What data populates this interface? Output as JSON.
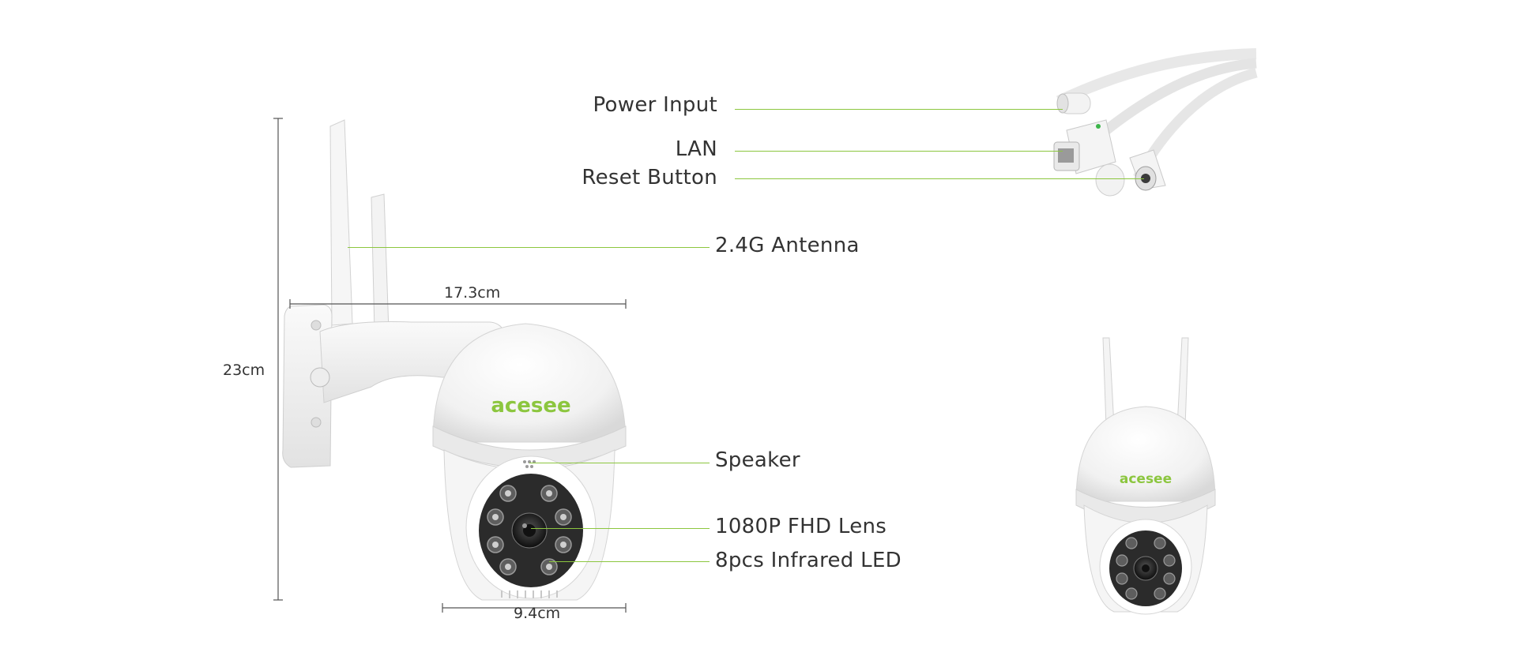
{
  "labels": {
    "power_input": "Power Input",
    "lan": "LAN",
    "reset_button": "Reset Button",
    "antenna": "2.4G Antenna",
    "speaker": "Speaker",
    "lens": "1080P FHD Lens",
    "infrared": "8pcs Infrared LED"
  },
  "dimensions": {
    "width": "17.3cm",
    "height": "23cm",
    "base": "9.4cm"
  },
  "brand": "acesee",
  "colors": {
    "accent": "#8cc63f",
    "text": "#333333",
    "camera_body": "#f4f4f4"
  }
}
